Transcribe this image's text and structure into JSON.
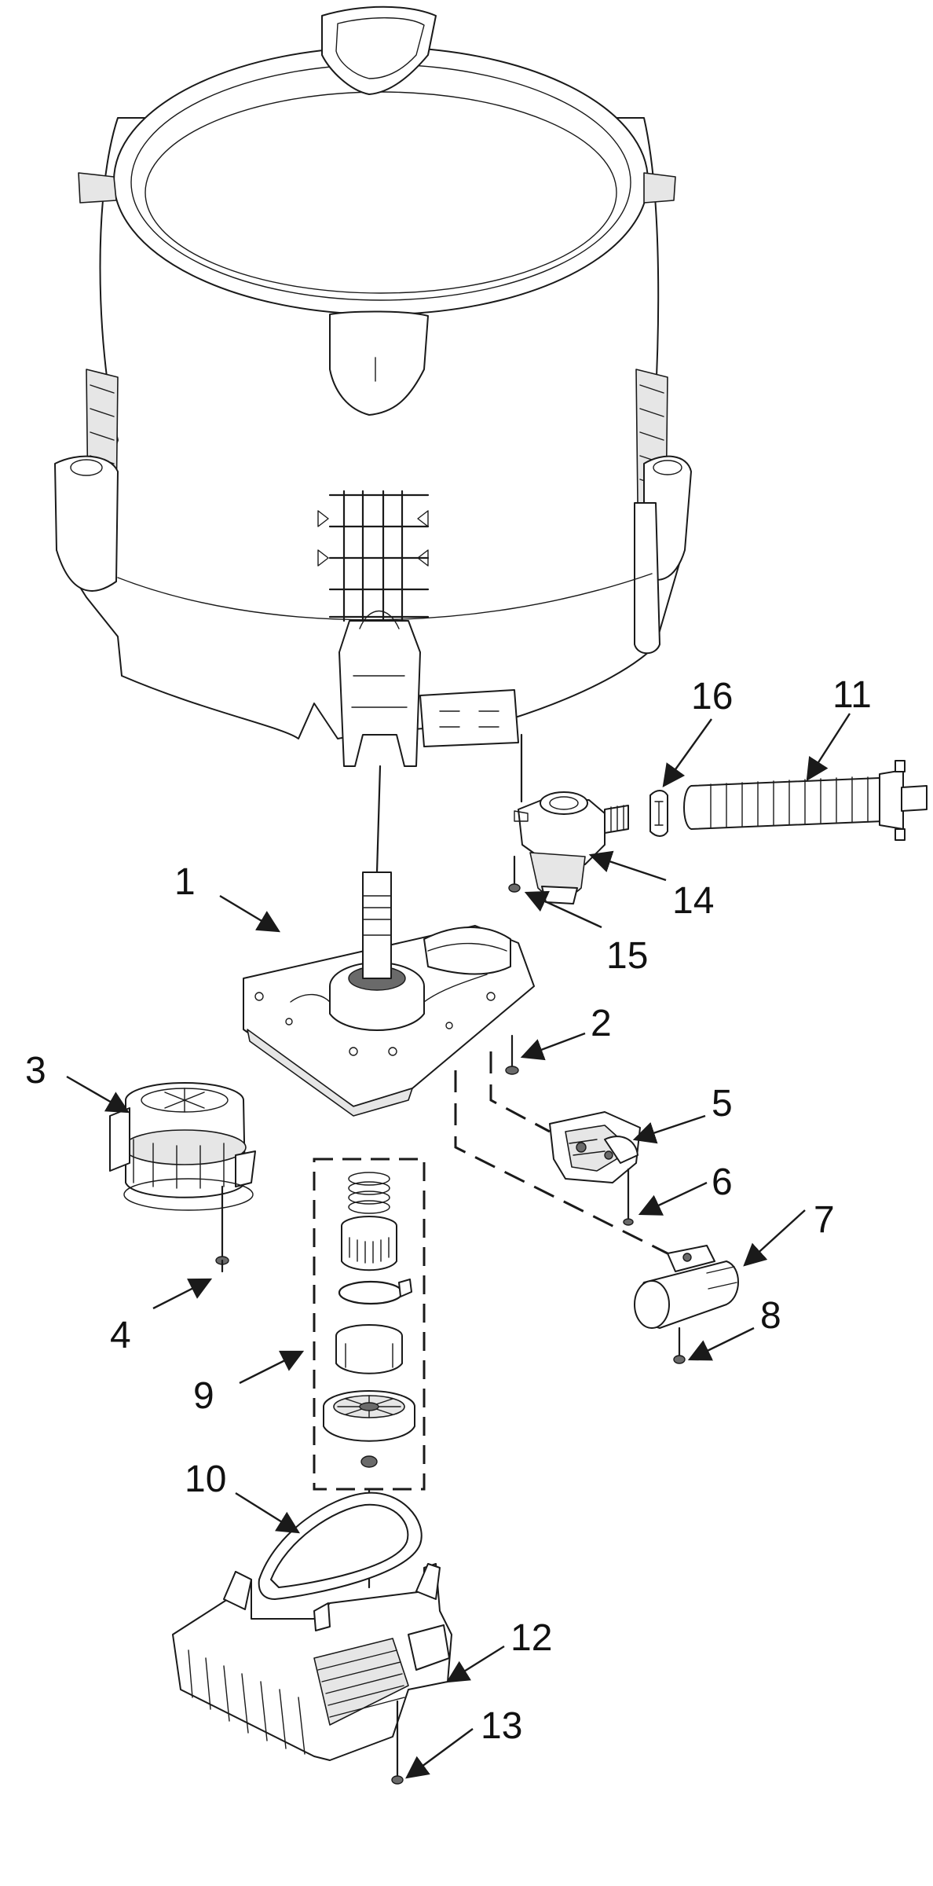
{
  "diagram": {
    "type": "exploded-parts-diagram",
    "line_color": "#1a1a1a",
    "background": "#ffffff",
    "callouts": [
      {
        "id": "c1",
        "label": "1"
      },
      {
        "id": "c2",
        "label": "2"
      },
      {
        "id": "c3",
        "label": "3"
      },
      {
        "id": "c4",
        "label": "4"
      },
      {
        "id": "c5",
        "label": "5"
      },
      {
        "id": "c6",
        "label": "6"
      },
      {
        "id": "c7",
        "label": "7"
      },
      {
        "id": "c8",
        "label": "8"
      },
      {
        "id": "c9",
        "label": "9"
      },
      {
        "id": "c10",
        "label": "10"
      },
      {
        "id": "c11",
        "label": "11"
      },
      {
        "id": "c12",
        "label": "12"
      },
      {
        "id": "c13",
        "label": "13"
      },
      {
        "id": "c14",
        "label": "14"
      },
      {
        "id": "c15",
        "label": "15"
      },
      {
        "id": "c16",
        "label": "16"
      }
    ]
  }
}
